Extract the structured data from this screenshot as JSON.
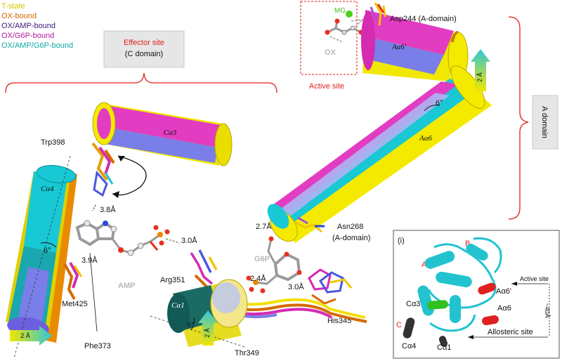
{
  "legend": [
    {
      "label": "T-state",
      "color": "#d7c600"
    },
    {
      "label": "OX-bound",
      "color": "#d46a00"
    },
    {
      "label": "OX/AMP-bound",
      "color": "#3a1a7a"
    },
    {
      "label": "OX/G6P-bound",
      "color": "#b0199e"
    },
    {
      "label": "OX/AMP/G6P-bound",
      "color": "#10a6a6"
    }
  ],
  "effector_box": {
    "title": "Effector site",
    "subtitle": "(C domain)"
  },
  "a_domain_box": {
    "label": "A domain"
  },
  "active_site": {
    "label": "Active site",
    "mg": "MG",
    "ox": "OX"
  },
  "helix_labels": {
    "c_alpha3": "Cα3",
    "c_alpha4": "Cα4",
    "c_alpha1": "Cα1",
    "a_alpha6": "Aα6",
    "a_alpha6p": "Aα6'"
  },
  "residues": {
    "trp398": "Trp398",
    "met425": "Met425",
    "phe373": "Phe373",
    "arg351": "Arg351",
    "thr349": "Thr349",
    "his345": "His345",
    "asn268": "Asn268",
    "asn268_sub": "(A-domain)",
    "asp244": "Asp244 (A-domain)"
  },
  "ligands": {
    "amp": "AMP",
    "g6p": "G6P"
  },
  "distances": {
    "d1": "3.8Å",
    "d2": "3.9Å",
    "d3": "3.0Å",
    "d4": "2.4Å",
    "d5": "3.0Å",
    "d6": "2.7Å"
  },
  "angles": {
    "a1": "6°",
    "a2": "6°",
    "a3": "6°"
  },
  "arrows": {
    "shift1": "2 Å",
    "shift2": "2 Å",
    "shift3": "2 Å"
  },
  "inset": {
    "tag": "(i)",
    "domain_a": "A",
    "domain_b": "B",
    "domain_c": "C",
    "c_alpha3": "Cα3",
    "c_alpha4": "Cα4",
    "c_alpha1": "Cα1",
    "a_alpha6p": "Aα6'",
    "a_alpha6": "Aα6",
    "active_site": "Active site",
    "allosteric_site": "Allosteric site",
    "distance": "~40Å"
  }
}
